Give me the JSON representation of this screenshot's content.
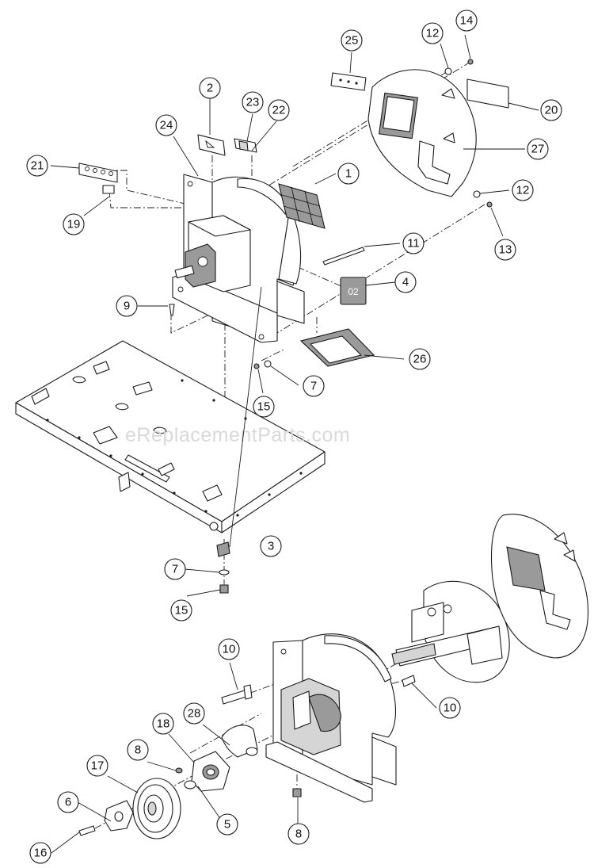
{
  "watermark": "eReplacementParts.com",
  "callouts": [
    {
      "id": "c1",
      "label": "1"
    },
    {
      "id": "c2",
      "label": "2"
    },
    {
      "id": "c3",
      "label": "3"
    },
    {
      "id": "c4",
      "label": "4"
    },
    {
      "id": "c5",
      "label": "5"
    },
    {
      "id": "c6",
      "label": "6"
    },
    {
      "id": "c7a",
      "label": "7"
    },
    {
      "id": "c7b",
      "label": "7"
    },
    {
      "id": "c8a",
      "label": "8"
    },
    {
      "id": "c8b",
      "label": "8"
    },
    {
      "id": "c9",
      "label": "9"
    },
    {
      "id": "c10a",
      "label": "10"
    },
    {
      "id": "c10b",
      "label": "10"
    },
    {
      "id": "c11",
      "label": "11"
    },
    {
      "id": "c12a",
      "label": "12"
    },
    {
      "id": "c12b",
      "label": "12"
    },
    {
      "id": "c13",
      "label": "13"
    },
    {
      "id": "c14",
      "label": "14"
    },
    {
      "id": "c15a",
      "label": "15"
    },
    {
      "id": "c15b",
      "label": "15"
    },
    {
      "id": "c16",
      "label": "16"
    },
    {
      "id": "c17",
      "label": "17"
    },
    {
      "id": "c18",
      "label": "18"
    },
    {
      "id": "c19",
      "label": "19"
    },
    {
      "id": "c20",
      "label": "20"
    },
    {
      "id": "c21",
      "label": "21"
    },
    {
      "id": "c22",
      "label": "22"
    },
    {
      "id": "c23",
      "label": "23"
    },
    {
      "id": "c24",
      "label": "24"
    },
    {
      "id": "c25",
      "label": "25"
    },
    {
      "id": "c26",
      "label": "26"
    },
    {
      "id": "c27",
      "label": "27"
    },
    {
      "id": "c28",
      "label": "28"
    }
  ]
}
